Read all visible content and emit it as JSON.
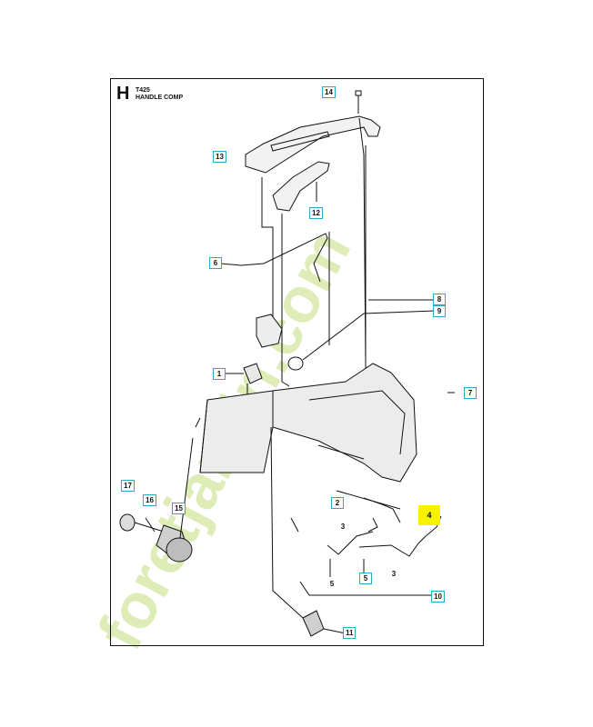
{
  "header": {
    "section_letter": "H",
    "code": "T425",
    "title": "HANDLE COMP"
  },
  "callouts": [
    {
      "id": "c14",
      "label": "14"
    },
    {
      "id": "c13",
      "label": "13"
    },
    {
      "id": "c12",
      "label": "12"
    },
    {
      "id": "c6",
      "label": "6"
    },
    {
      "id": "c8",
      "label": "8"
    },
    {
      "id": "c9",
      "label": "9"
    },
    {
      "id": "c1",
      "label": "1"
    },
    {
      "id": "c7",
      "label": "7"
    },
    {
      "id": "c17",
      "label": "17"
    },
    {
      "id": "c16",
      "label": "16"
    },
    {
      "id": "c15",
      "label": "15"
    },
    {
      "id": "c2",
      "label": "2"
    },
    {
      "id": "c4",
      "label": "4"
    },
    {
      "id": "c3a",
      "label": "3"
    },
    {
      "id": "c5a",
      "label": "5"
    },
    {
      "id": "c5b",
      "label": "5"
    },
    {
      "id": "c3b",
      "label": "3"
    },
    {
      "id": "c10",
      "label": "10"
    },
    {
      "id": "c11",
      "label": "11"
    }
  ],
  "watermark": {
    "text": "foretjardin.com",
    "color": "#cfe29a",
    "dot_color": "#bdb6a8"
  },
  "colors": {
    "callout_border": "#2aa8c8",
    "highlight": "#f6f200",
    "line": "#111111"
  }
}
